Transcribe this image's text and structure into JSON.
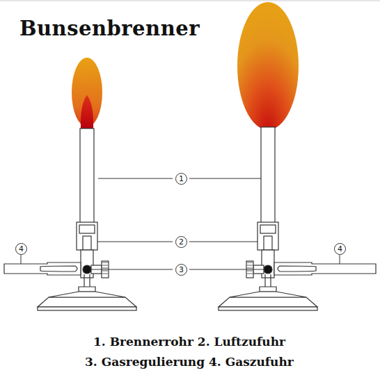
{
  "diagram": {
    "title": "Bunsenbrenner",
    "labels": [
      "1",
      "2",
      "3",
      "4",
      "4",
      "1. Brennerrohr 2. Luftzufuhr",
      "3. Gasregulierung 4. Gaszufuhr"
    ]
  }
}
